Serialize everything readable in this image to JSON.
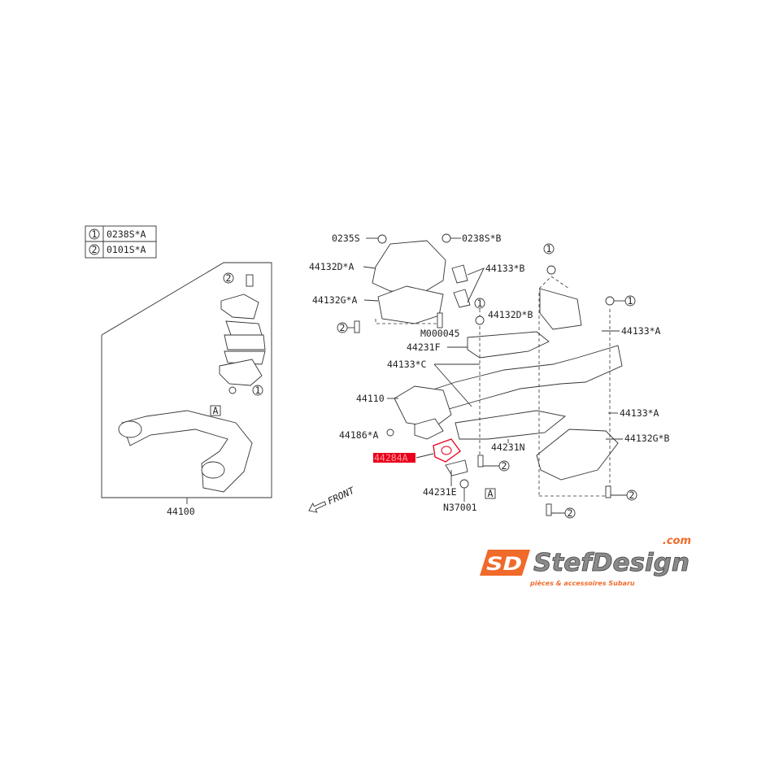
{
  "legend": [
    {
      "num": "1",
      "part": "0238S*A"
    },
    {
      "num": "2",
      "part": "0101S*A"
    }
  ],
  "assembly_label": "44100",
  "ref_box": "A",
  "front_label": "FRONT",
  "callout_nums": {
    "one": "1",
    "two": "2"
  },
  "parts": {
    "p0235S": "0235S",
    "p0238SB": "0238S*B",
    "p44132DA": "44132D*A",
    "p44133B": "44133*B",
    "p44132GA": "44132G*A",
    "p44132DB": "44132D*B",
    "p44133A1": "44133*A",
    "pM000045": "M000045",
    "p44231F": "44231F",
    "p44133C": "44133*C",
    "p44110": "44110",
    "p44133A2": "44133*A",
    "p44186A": "44186*A",
    "p44132GB": "44132G*B",
    "p44231N": "44231N",
    "p44284A": "44284A",
    "p44231E": "44231E",
    "pN37001": "N37001"
  },
  "highlight_color": "#e8001c",
  "logo": {
    "brand": "StefDesign",
    "tld": ".com",
    "tagline": "pièces & accessoires Subaru",
    "mark": "SD",
    "accent": "#f06a2a"
  }
}
